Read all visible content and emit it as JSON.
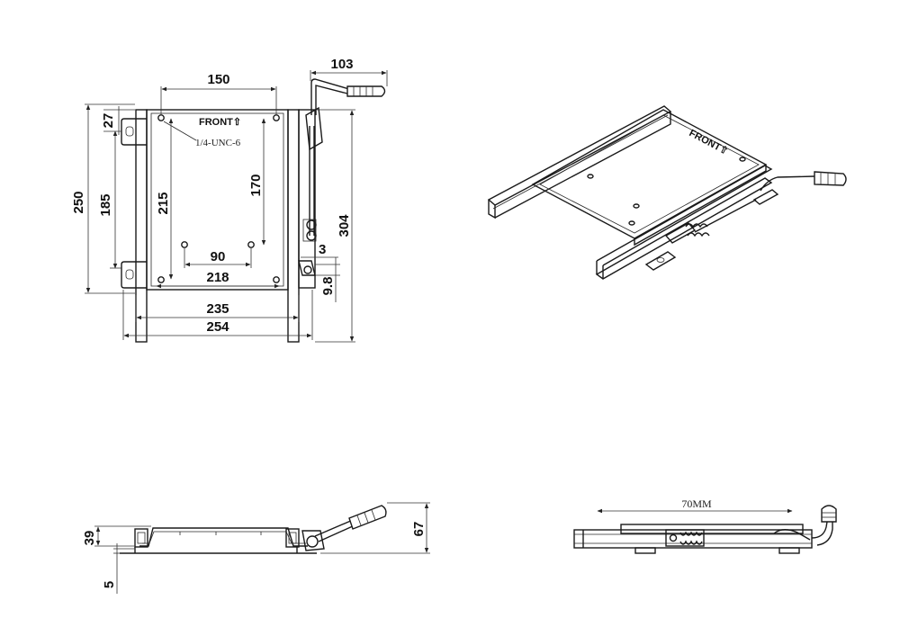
{
  "top_view": {
    "front_label": "FRONT⇧",
    "thread_label": "1/4-UNC-6",
    "dims": {
      "d150": "150",
      "d103": "103",
      "d27": "27",
      "d250": "250",
      "d185": "185",
      "d215": "215",
      "d170": "170",
      "d304": "304",
      "d90": "90",
      "d3": "3",
      "d218": "218",
      "d9_8": "9.8",
      "d235": "235",
      "d254": "254"
    }
  },
  "iso_view": {
    "front_label": "FRONT⇧"
  },
  "side_view": {
    "dims": {
      "d39": "39",
      "d67": "67",
      "d5": "5"
    }
  },
  "rail_view": {
    "travel_label": "70MM"
  }
}
